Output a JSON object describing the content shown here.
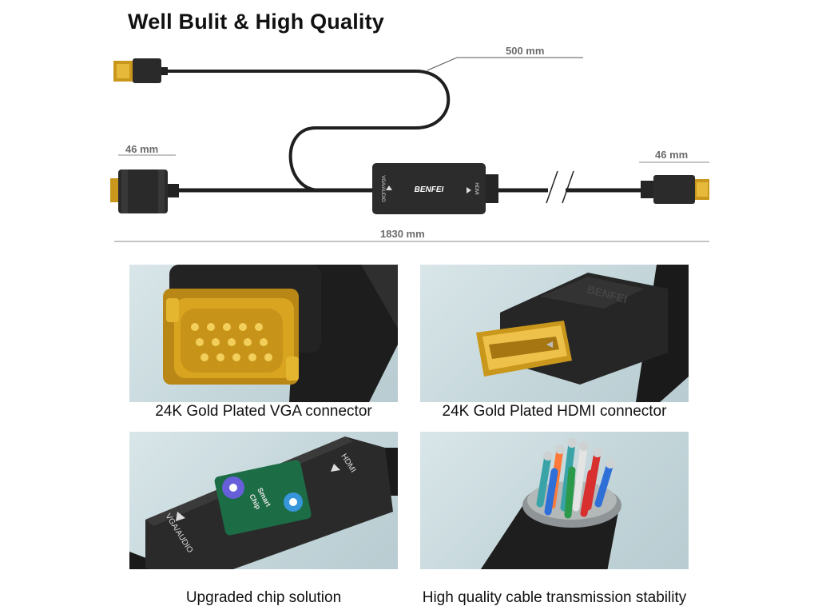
{
  "heading": "Well Bulit & High Quality",
  "diagram": {
    "usb_cable_length": "500 mm",
    "vga_head_length": "46 mm",
    "hdmi_head_length": "46 mm",
    "total_length": "1830 mm",
    "box_brand": "BENFEI",
    "box_left_label": "VGA/AUDIO",
    "box_right_label": "HDMI"
  },
  "features": [
    {
      "caption": "24K Gold Plated VGA connector"
    },
    {
      "caption": "24K Gold Plated HDMI connector"
    },
    {
      "caption": "Upgraded chip solution",
      "chip_label_1": "Smart",
      "chip_label_2": "Chip",
      "port_left": "VGA/AUDIO",
      "port_right": "HDMI"
    },
    {
      "caption": "High quality cable transmission stability"
    }
  ],
  "hdmi_plug_brand": "BENFEI",
  "colors": {
    "gold": "#d9a520",
    "connector": "#2b2b2b",
    "panel": "#c9dadd"
  }
}
